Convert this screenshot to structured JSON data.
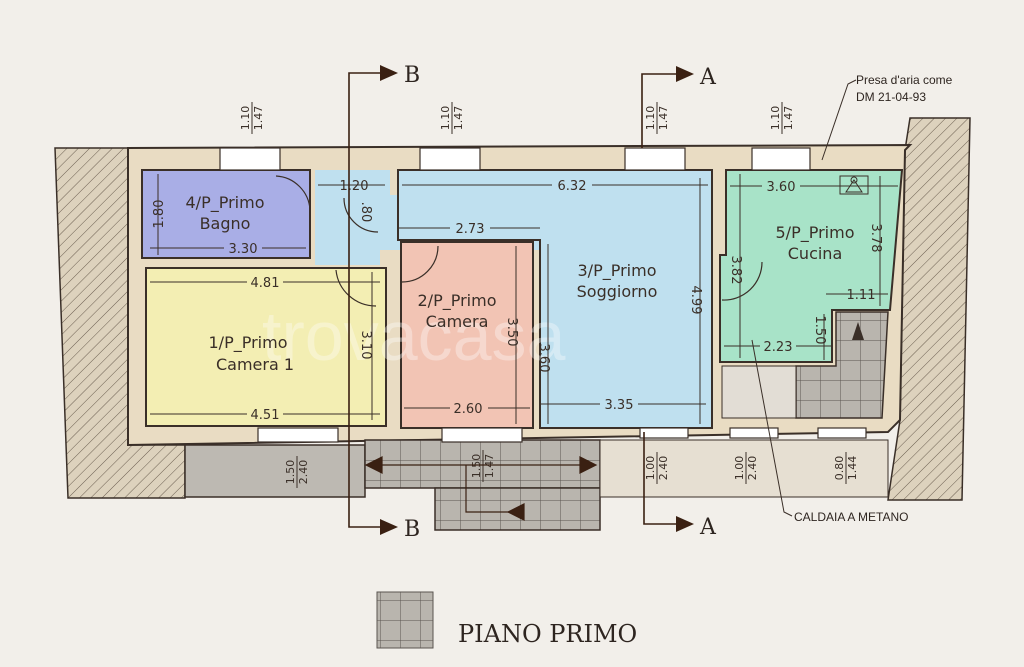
{
  "title": "PIANO PRIMO",
  "colors": {
    "background": "#f2efea",
    "wall": "#e9dcc3",
    "wall_line": "#3a2f28",
    "hatch": "#ddd2bd",
    "stairs": "#b9b5ae",
    "bagno": "#a9aee6",
    "camera1": "#f3eeb3",
    "camera": "#f2c4b4",
    "soggiorno": "#bfe0ef",
    "cucina": "#a8e3c8"
  },
  "rooms": [
    {
      "id": "4",
      "code": "4/P_Primo",
      "name": "Bagno"
    },
    {
      "id": "1",
      "code": "1/P_Primo",
      "name": "Camera 1"
    },
    {
      "id": "2",
      "code": "2/P_Primo",
      "name": "Camera"
    },
    {
      "id": "3",
      "code": "3/P_Primo",
      "name": "Soggiorno"
    },
    {
      "id": "5",
      "code": "5/P_Primo",
      "name": "Cucina"
    }
  ],
  "dimensions": {
    "bagno_w": "3.30",
    "bagno_h": "1.80",
    "hall_w": "1.20",
    "hall_door": ".80",
    "camera1_top": "4.81",
    "camera1_bottom": "4.51",
    "camera1_h": "3.10",
    "camera_top": "2.73",
    "camera_bottom": "2.60",
    "camera_h": "3.50",
    "soggiorno_top": "6.32",
    "soggiorno_bottom": "3.35",
    "soggiorno_h_left": "3.60",
    "soggiorno_h_right": "4.99",
    "cucina_top": "3.60",
    "cucina_h_right": "3.78",
    "cucina_h_left": "3.82",
    "cucina_step_w": "1.11",
    "cucina_step_h": "1.50",
    "cucina_bottom": "2.23"
  },
  "windows": {
    "top": [
      {
        "num": "1.10",
        "den": "1.47"
      },
      {
        "num": "1.10",
        "den": "1.47"
      },
      {
        "num": "1.10",
        "den": "1.47"
      },
      {
        "num": "1.10",
        "den": "1.47"
      }
    ],
    "bottom": [
      {
        "num": "1.50",
        "den": "2.40"
      },
      {
        "num": "1.50",
        "den": "1.47"
      },
      {
        "num": "1.00",
        "den": "2.40"
      },
      {
        "num": "1.00",
        "den": "2.40"
      },
      {
        "num": "0.80",
        "den": "1.44"
      }
    ]
  },
  "sections": {
    "a_top": "A",
    "a_bottom": "A",
    "b_top": "B",
    "b_bottom": "B"
  },
  "notes": {
    "presa_line1": "Presa d'aria come",
    "presa_line2": "DM 21-04-93",
    "caldaia": "CALDAIA A METANO"
  },
  "watermark": "trovacasa"
}
